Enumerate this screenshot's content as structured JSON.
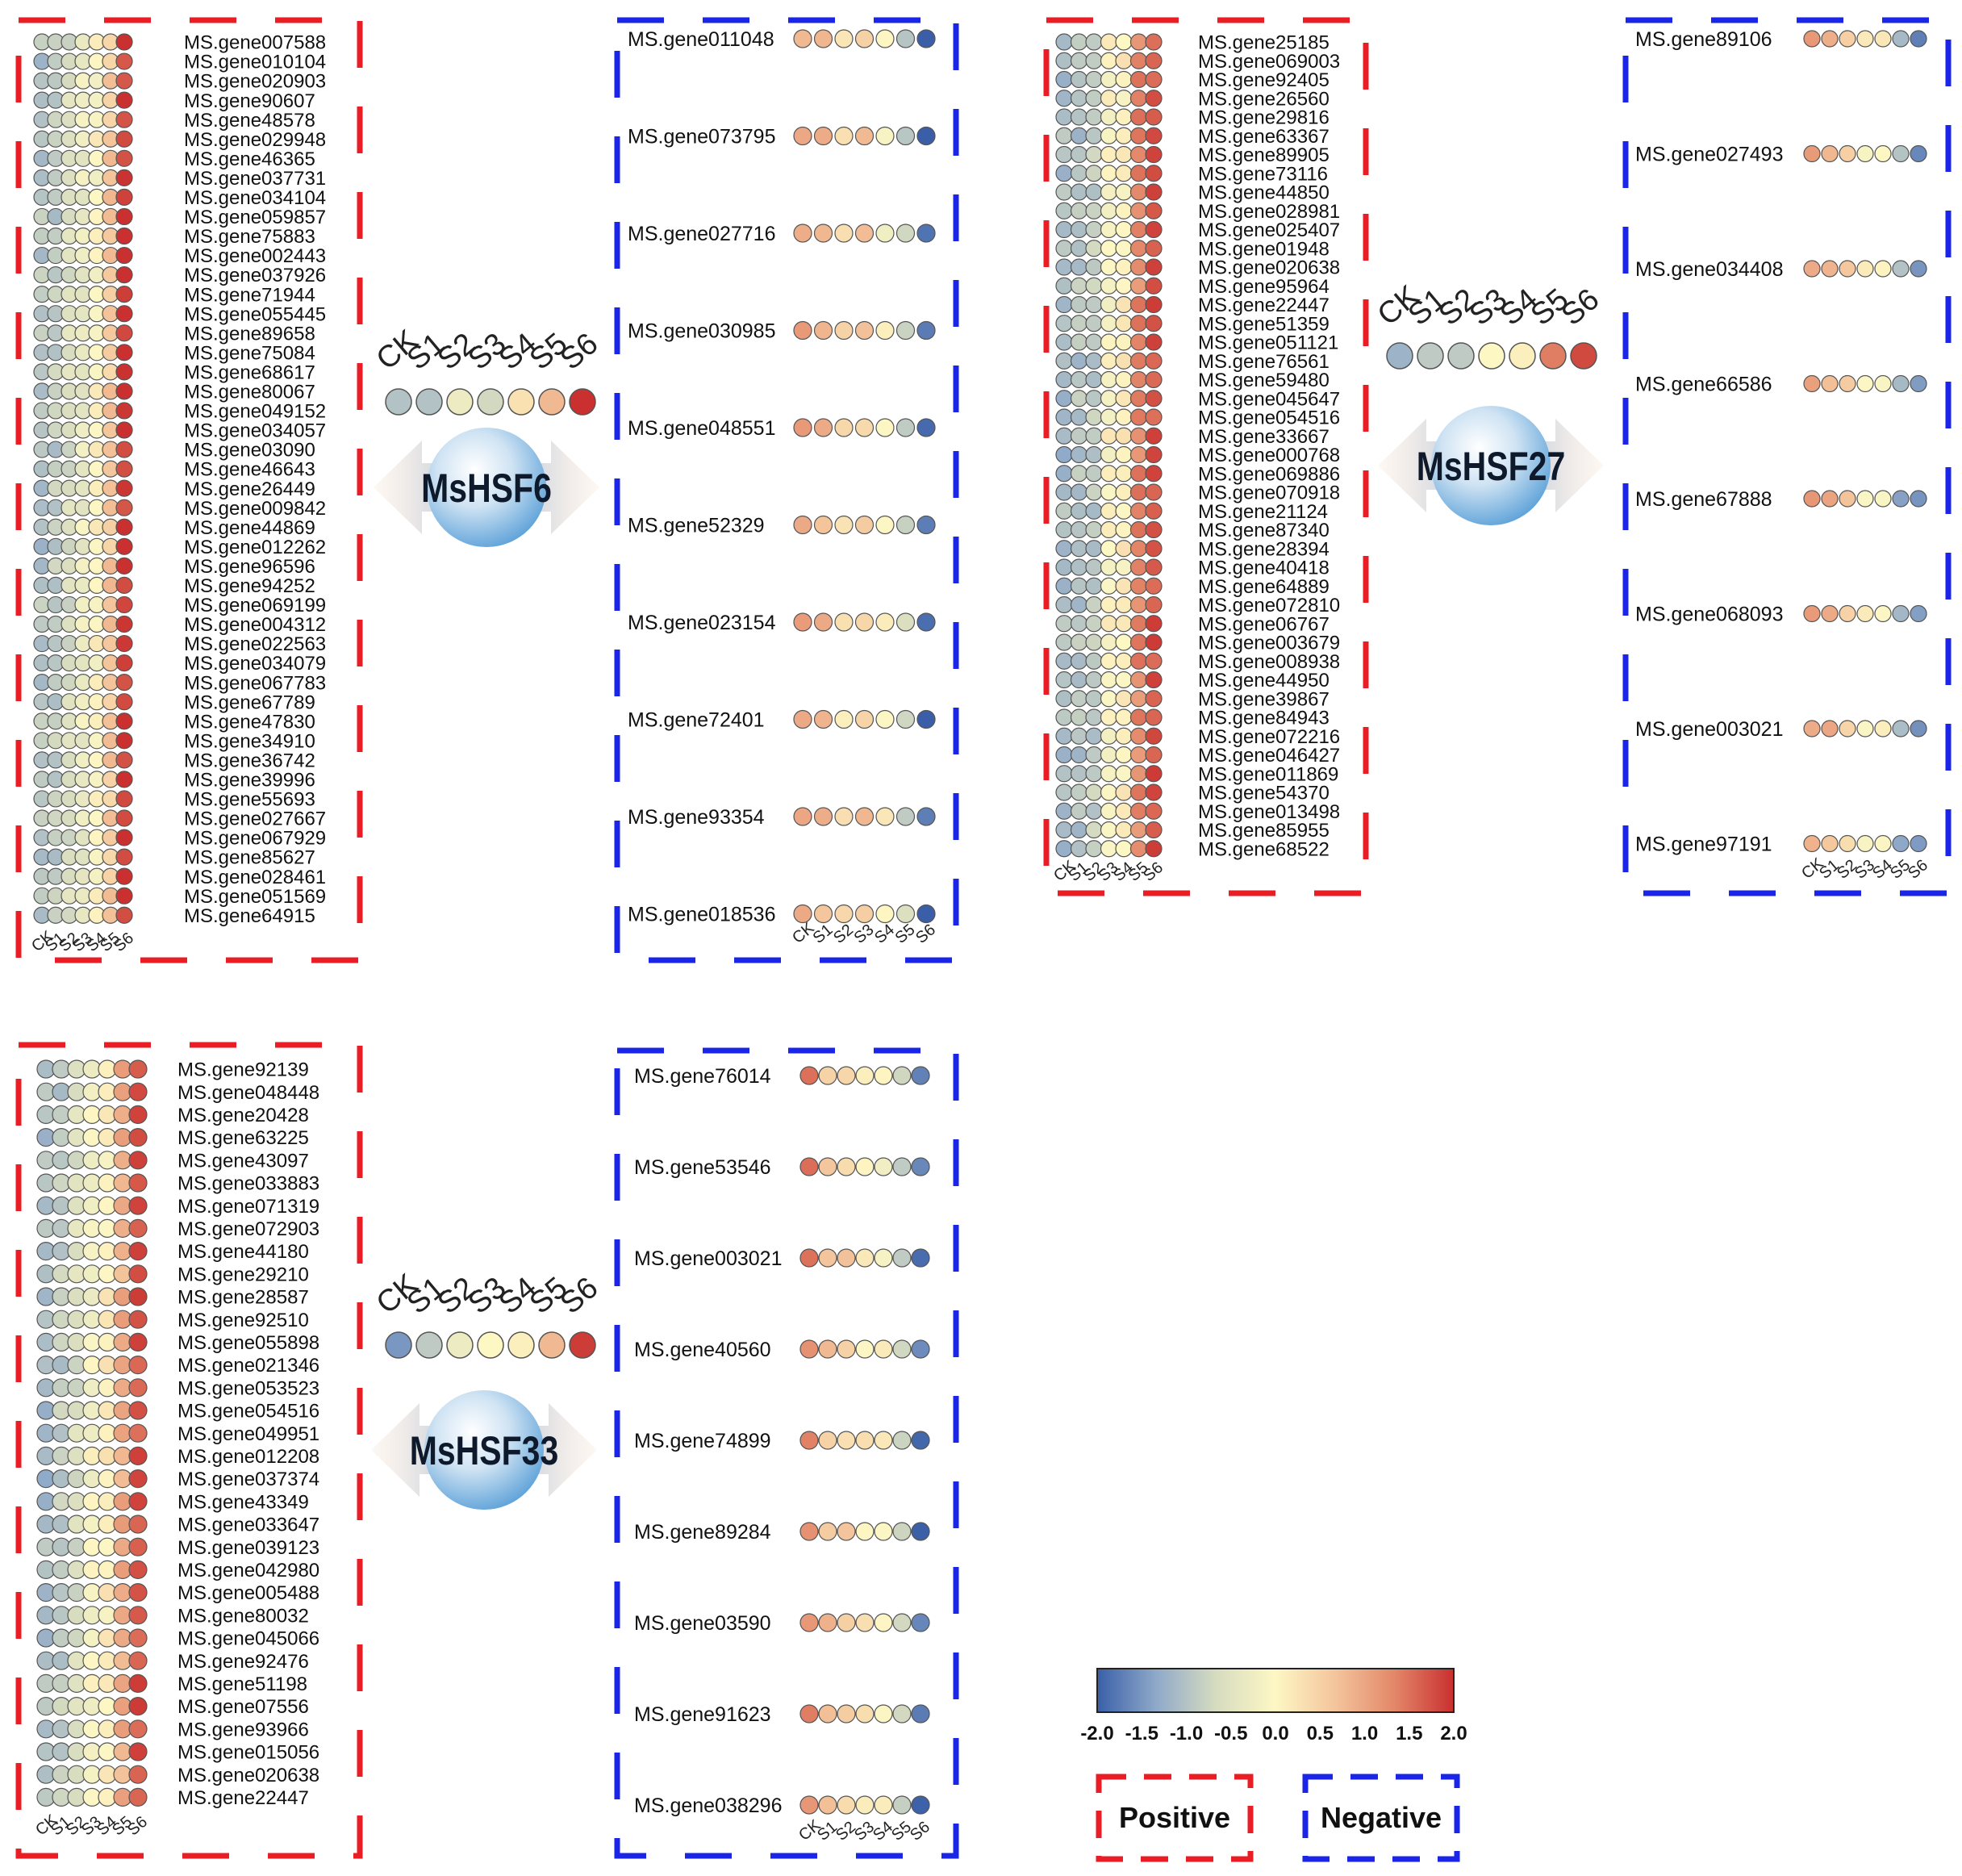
{
  "columns": [
    "CK",
    "S1",
    "S2",
    "S3",
    "S4",
    "S5",
    "S6"
  ],
  "colorbar": {
    "ticks": [
      "-2.0",
      "-1.5",
      "-1.0",
      "-0.5",
      "0.0",
      "0.5",
      "1.0",
      "1.5",
      "2.0"
    ],
    "min": -2.0,
    "max": 2.0,
    "stops": [
      "#3a5fa8",
      "#8fa9c9",
      "#d7dcc0",
      "#fdf7c4",
      "#f4c59c",
      "#e38769",
      "#c9302f"
    ]
  },
  "legend": {
    "positive_label": "Positive",
    "negative_label": "Negative",
    "positive_color": "#ea1c24",
    "negative_color": "#1a25e8"
  },
  "groups": [
    {
      "hub": "MsHSF6",
      "hub_values": [
        -1.0,
        -1.0,
        -0.3,
        -0.7,
        0.3,
        0.8,
        2.0
      ],
      "positive": {
        "genes": [
          "MS.gene007588",
          "MS.gene010104",
          "MS.gene020903",
          "MS.gene90607",
          "MS.gene48578",
          "MS.gene029948",
          "MS.gene46365",
          "MS.gene037731",
          "MS.gene034104",
          "MS.gene059857",
          "MS.gene75883",
          "MS.gene002443",
          "MS.gene037926",
          "MS.gene71944",
          "MS.gene055445",
          "MS.gene89658",
          "MS.gene75084",
          "MS.gene68617",
          "MS.gene80067",
          "MS.gene049152",
          "MS.gene034057",
          "MS.gene03090",
          "MS.gene46643",
          "MS.gene26449",
          "MS.gene009842",
          "MS.gene44869",
          "MS.gene012262",
          "MS.gene96596",
          "MS.gene94252",
          "MS.gene069199",
          "MS.gene004312",
          "MS.gene022563",
          "MS.gene034079",
          "MS.gene067783",
          "MS.gene67789",
          "MS.gene47830",
          "MS.gene34910",
          "MS.gene36742",
          "MS.gene39996",
          "MS.gene55693",
          "MS.gene027667",
          "MS.gene067929",
          "MS.gene85627",
          "MS.gene028461",
          "MS.gene051569",
          "MS.gene64915"
        ],
        "profile": [
          -1.0,
          -0.9,
          -0.6,
          -0.3,
          0.0,
          0.6,
          1.9
        ]
      },
      "negative": {
        "genes": [
          "MS.gene011048",
          "MS.gene073795",
          "MS.gene027716",
          "MS.gene030985",
          "MS.gene048551",
          "MS.gene52329",
          "MS.gene023154",
          "MS.gene72401",
          "MS.gene93354",
          "MS.gene018536"
        ],
        "profile": [
          1.0,
          0.8,
          0.3,
          0.6,
          0.0,
          -0.8,
          -1.9
        ]
      }
    },
    {
      "hub": "MsHSF27",
      "hub_values": [
        -1.2,
        -0.9,
        -0.9,
        0.0,
        0.1,
        1.4,
        1.8
      ],
      "positive": {
        "genes": [
          "MS.gene25185",
          "MS.gene069003",
          "MS.gene92405",
          "MS.gene26560",
          "MS.gene29816",
          "MS.gene63367",
          "MS.gene89905",
          "MS.gene73116",
          "MS.gene44850",
          "MS.gene028981",
          "MS.gene025407",
          "MS.gene01948",
          "MS.gene020638",
          "MS.gene95964",
          "MS.gene22447",
          "MS.gene51359",
          "MS.gene051121",
          "MS.gene76561",
          "MS.gene59480",
          "MS.gene045647",
          "MS.gene054516",
          "MS.gene33667",
          "MS.gene000768",
          "MS.gene069886",
          "MS.gene070918",
          "MS.gene21124",
          "MS.gene87340",
          "MS.gene28394",
          "MS.gene40418",
          "MS.gene64889",
          "MS.gene072810",
          "MS.gene06767",
          "MS.gene003679",
          "MS.gene008938",
          "MS.gene44950",
          "MS.gene39867",
          "MS.gene84943",
          "MS.gene072216",
          "MS.gene046427",
          "MS.gene011869",
          "MS.gene54370",
          "MS.gene013498",
          "MS.gene85955",
          "MS.gene68522"
        ],
        "profile": [
          -1.1,
          -1.0,
          -0.9,
          0.0,
          0.1,
          1.3,
          1.7
        ]
      },
      "negative": {
        "genes": [
          "MS.gene89106",
          "MS.gene027493",
          "MS.gene034408",
          "MS.gene66586",
          "MS.gene67888",
          "MS.gene068093",
          "MS.gene003021",
          "MS.gene97191"
        ],
        "profile": [
          1.1,
          0.8,
          0.5,
          0.1,
          0.0,
          -1.2,
          -1.6
        ]
      }
    },
    {
      "hub": "MsHSF33",
      "hub_values": [
        -1.5,
        -0.9,
        -0.3,
        0.0,
        0.1,
        0.8,
        1.9
      ],
      "positive": {
        "genes": [
          "MS.gene92139",
          "MS.gene048448",
          "MS.gene20428",
          "MS.gene63225",
          "MS.gene43097",
          "MS.gene033883",
          "MS.gene071319",
          "MS.gene072903",
          "MS.gene44180",
          "MS.gene29210",
          "MS.gene28587",
          "MS.gene92510",
          "MS.gene055898",
          "MS.gene021346",
          "MS.gene053523",
          "MS.gene054516",
          "MS.gene049951",
          "MS.gene012208",
          "MS.gene037374",
          "MS.gene43349",
          "MS.gene033647",
          "MS.gene039123",
          "MS.gene042980",
          "MS.gene005488",
          "MS.gene80032",
          "MS.gene045066",
          "MS.gene92476",
          "MS.gene51198",
          "MS.gene07556",
          "MS.gene93966",
          "MS.gene015056",
          "MS.gene020638",
          "MS.gene22447"
        ],
        "profile": [
          -1.1,
          -0.9,
          -0.6,
          -0.1,
          0.1,
          0.9,
          1.7
        ]
      },
      "negative": {
        "genes": [
          "MS.gene76014",
          "MS.gene53546",
          "MS.gene003021",
          "MS.gene40560",
          "MS.gene74899",
          "MS.gene89284",
          "MS.gene03590",
          "MS.gene91623",
          "MS.gene038296"
        ],
        "profile": [
          1.3,
          0.7,
          0.5,
          0.2,
          0.0,
          -0.9,
          -1.8
        ]
      }
    }
  ]
}
